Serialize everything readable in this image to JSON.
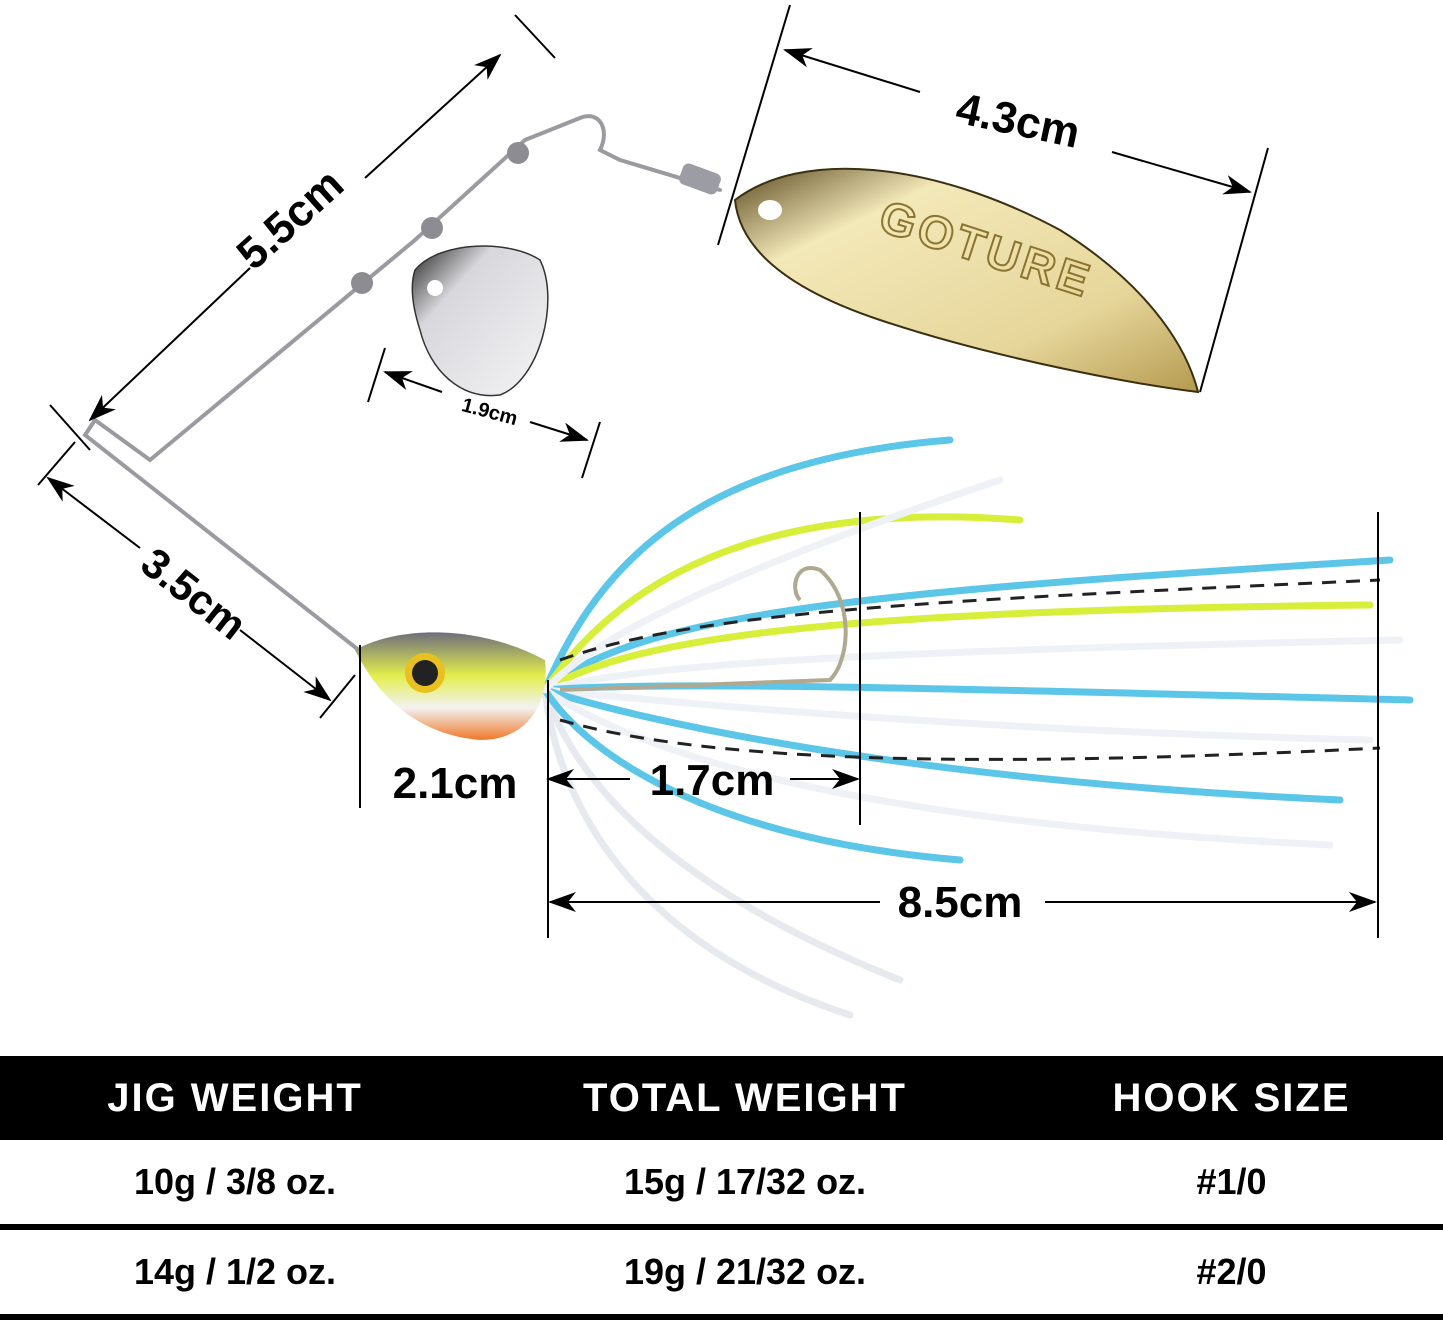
{
  "diagram": {
    "brand_engraving": "GOTURE",
    "dimensions": {
      "arm_length": "5.5cm",
      "willow_blade_length": "4.3cm",
      "colorado_blade_width": "1.9cm",
      "lower_arm_length": "3.5cm",
      "head_height": "2.1cm",
      "collar_to_hook_length": "1.7cm",
      "skirt_length": "8.5cm"
    },
    "colors": {
      "willow_blade": "#d9c88a",
      "colorado_blade": "#c8c8cc",
      "wire": "#9a9aa0",
      "skirt_blue": "#5cc6e8",
      "skirt_chartreuse": "#d7ee3a",
      "skirt_white": "#eef2f6",
      "head_gray": "#8a8a96",
      "head_yellow": "#e3ee4c",
      "head_orange": "#f07828"
    }
  },
  "spec_table": {
    "headers": [
      "JIG WEIGHT",
      "TOTAL WEIGHT",
      "HOOK SIZE"
    ],
    "rows": [
      [
        "10g / 3/8 oz.",
        "15g / 17/32 oz.",
        "#1/0"
      ],
      [
        "14g / 1/2 oz.",
        "19g / 21/32 oz.",
        "#2/0"
      ]
    ]
  }
}
